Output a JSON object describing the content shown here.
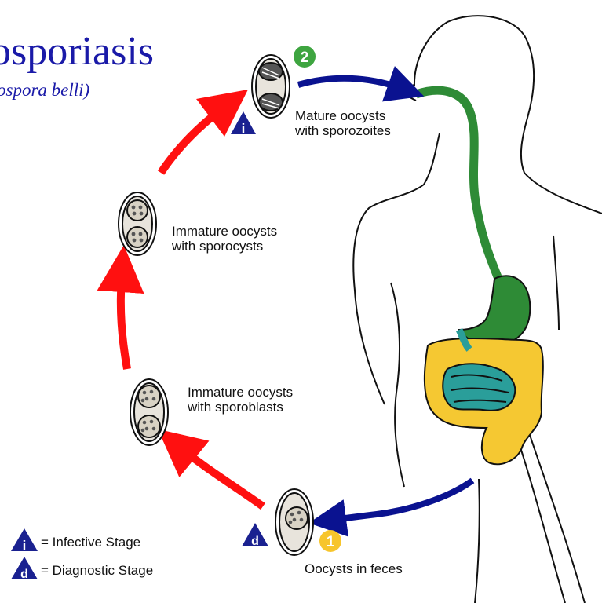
{
  "title": "osporiasis",
  "subtitle": "ospora belli)",
  "stages": [
    {
      "line1": "Mature oocysts",
      "line2": "with sporozoites"
    },
    {
      "line1": "Immature oocysts",
      "line2": "with sporocysts"
    },
    {
      "line1": "Immature oocysts",
      "line2": "with sporoblasts"
    },
    {
      "line1": "Oocysts in feces"
    }
  ],
  "markers": {
    "step1": "1",
    "step2": "2",
    "infective": "i",
    "diagnostic": "d"
  },
  "legend": [
    {
      "symbol": "i",
      "label": "= Infective Stage"
    },
    {
      "symbol": "d",
      "label": "= Diagnostic Stage"
    }
  ],
  "colors": {
    "title": "#1a1aa8",
    "arrow_red": "#ff1010",
    "arrow_blue": "#0a1290",
    "gut_green": "#2e8b36",
    "colon_yellow": "#f5c832",
    "intestine_teal": "#2a9e9a",
    "marker_green": "#3ea540",
    "marker_yellow": "#f7c52b",
    "triangle_blue": "#1a2190"
  }
}
